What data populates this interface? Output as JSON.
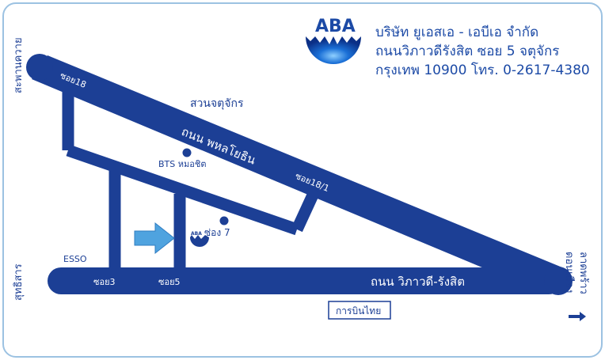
{
  "header": {
    "logo_text": "ABA",
    "company": "บริษัท ยูเอสเอ - เอบีเอ จำกัด",
    "address_line": "ถนนวิภาวดีรังสิต ซอย 5 จตุจักร",
    "city_phone": "กรุงเทพ 10900 โทร. 0-2617-4380"
  },
  "map": {
    "roads": {
      "phahon": "ถนน พหลโยธิน",
      "vibhavadi": "ถนน วิภาวดี-รังสิต"
    },
    "sois": {
      "soi18": "ซอย18",
      "soi18_1": "ซอย18/1",
      "soi3": "ซอย3",
      "soi5": "ซอย5",
      "soi7": "ซ่อง 7"
    },
    "places": {
      "chatuchak": "สวนจตุจักร",
      "bts": "BTS หมอชิต",
      "esso": "ESSO",
      "thai_airways": "การบินไทย",
      "aba_small": "ABA"
    },
    "edges": {
      "left_top": "สะพานควาย",
      "left_bottom": "สุทธิสาร",
      "right_a": "ลาดพร้าว",
      "right_b": "ดอนเมือง"
    }
  },
  "colors": {
    "road": "#1c3f95",
    "border": "#9cc2e2",
    "arrow": "#4fa3df"
  }
}
